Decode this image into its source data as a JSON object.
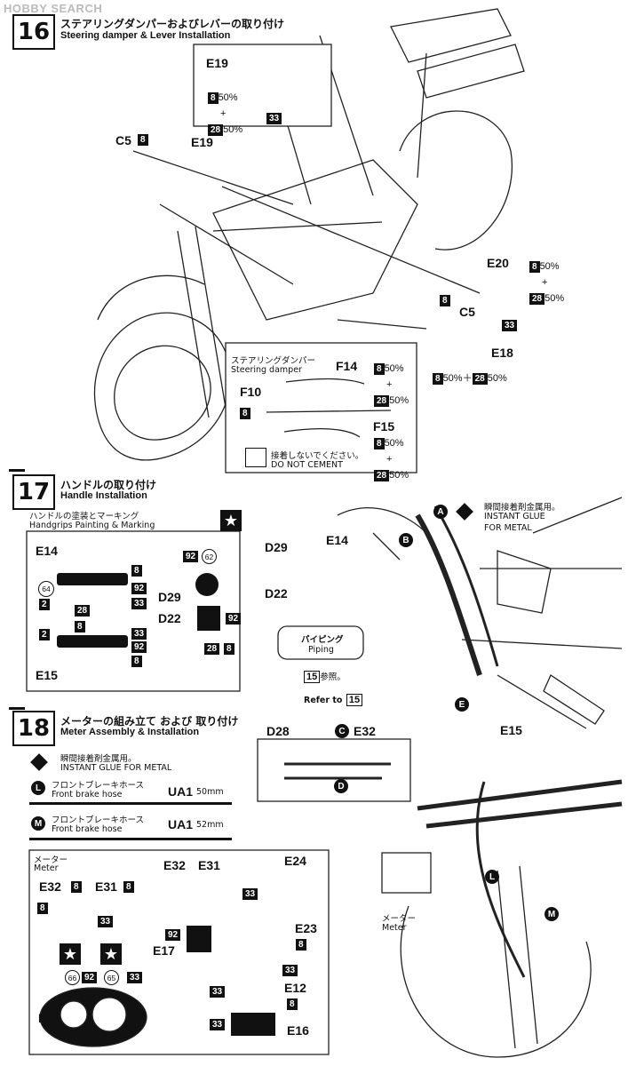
{
  "watermark": "HOBBY SEARCH",
  "step16": {
    "number": "16",
    "title_jp": "ステアリングダンパーおよびレバーの取り付け",
    "title_en": "Steering damper & Lever Installation",
    "labels": {
      "e19_top": "E19",
      "c5_left": "C5",
      "e19_left": "E19",
      "e20": "E20",
      "c5_right": "C5",
      "e18": "E18",
      "f14": "F14",
      "f10": "F10",
      "f15": "F15"
    },
    "paint": {
      "c8": "8",
      "c28": "28",
      "c33": "33",
      "p50": "50%",
      "plus": "+",
      "mix_e18": "50%＋",
      "mix_e18_end": "50%"
    },
    "damper_box": {
      "title_jp": "ステアリングダンパー",
      "title_en": "Steering damper",
      "no_cement_jp": "接着しないでください。",
      "no_cement_en": "DO NOT CEMENT"
    }
  },
  "step17": {
    "number": "17",
    "title_jp": "ハンドルの取り付け",
    "title_en": "Handle Installation",
    "grips_jp": "ハンドルの塗装とマーキング",
    "grips_en": "Handgrips Painting & Marking",
    "labels": {
      "e14_box": "E14",
      "e15_box": "E15",
      "d29_box": "D29",
      "d22_box": "D22",
      "d29": "D29",
      "e14": "E14",
      "d22": "D22",
      "e15": "E15",
      "e": "E",
      "a": "A",
      "b": "B"
    },
    "codes": {
      "c8": "8",
      "c92": "92",
      "c33": "33",
      "c28": "28",
      "c2": "2",
      "c64": "64",
      "c62": "62"
    },
    "piping_jp": "パイピング",
    "piping_en": "Piping",
    "ref_jp_num": "15",
    "ref_jp": "参照。",
    "ref_en": "Refer to",
    "glue_jp": "瞬間接着剤金属用。",
    "glue_en1": "INSTANT GLUE",
    "glue_en2": "FOR METAL"
  },
  "step18": {
    "number": "18",
    "title_jp": "メーターの組み立て および 取り付け",
    "title_en": "Meter Assembly & Installation",
    "glue_jp": "瞬間接着剤金属用。",
    "glue_en": "INSTANT GLUE   FOR METAL",
    "hose_l": {
      "letter": "L",
      "jp": "フロントブレーキホース",
      "en": "Front brake hose",
      "part": "UA1",
      "length": "50mm"
    },
    "hose_m": {
      "letter": "M",
      "jp": "フロントブレーキホース",
      "en": "Front brake hose",
      "part": "UA1",
      "length": "52mm"
    },
    "meter_jp": "メーター",
    "meter_en": "Meter",
    "labels": {
      "d28": "D28",
      "c": "C",
      "e32": "E32",
      "d": "D",
      "e32_meter": "E32",
      "e31_meter": "E31",
      "e32_b": "E32",
      "e31_b": "E31",
      "e24": "E24",
      "e17": "E17",
      "e23": "E23",
      "e12": "E12",
      "e16": "E16",
      "e24_face": "E24",
      "l": "L",
      "m": "M"
    },
    "codes": {
      "c8": "8",
      "c33": "33",
      "c92": "92",
      "c66": "66",
      "c65": "65"
    }
  }
}
